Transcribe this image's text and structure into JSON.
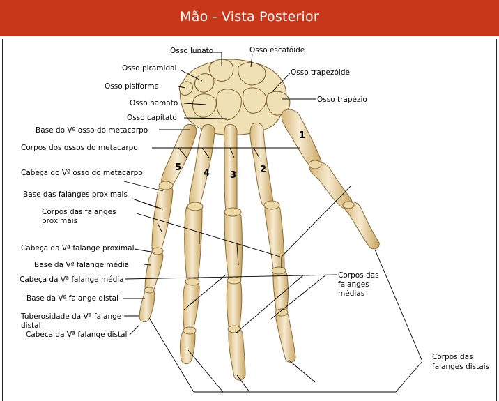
{
  "title": "Mão - Vista Posterior",
  "colors": {
    "title_bg": "#c8371a",
    "title_text": "#ffffff",
    "bone_light": "#f6ead0",
    "bone_dark": "#d9b978"
  },
  "labels": {
    "osso_lunato": "Osso lunato",
    "osso_escafoide": "Osso escafóide",
    "osso_piramidal": "Osso piramidal",
    "osso_trapezoide": "Osso trapezóide",
    "osso_pisiforme": "Osso pisiforme",
    "osso_trapezio": "Osso trapézio",
    "osso_hamato": "Osso hamato",
    "osso_capitato": "Osso capitato",
    "base_v_metacarpo": "Base do Vº osso do metacarpo",
    "corpos_metacarpo": "Corpos dos ossos do metacarpo",
    "cabeca_v_metacarpo": "Cabeça do Vº osso do metacarpo",
    "base_falanges_proximais": "Base das falanges proximais",
    "corpos_falanges_proximais_1": "Corpos das falanges",
    "corpos_falanges_proximais_2": "proximais",
    "cabeca_v_falange_proximal": "Cabeça da Vª falange proximal",
    "base_v_falange_media": "Base da Vª falange média",
    "cabeca_v_falange_media": "Cabeça da Vª falange média",
    "base_v_falange_distal": "Base da Vª falange distal",
    "tuberosidade_1": "Tuberosidade da Vª falange",
    "tuberosidade_2": "distal",
    "cabeca_v_falange_distal": "Cabeça da Vª falange distal",
    "corpos_falanges_medias_1": "Corpos das",
    "corpos_falanges_medias_2": "falanges",
    "corpos_falanges_medias_3": "médias",
    "corpos_falanges_distais_1": "Corpos das",
    "corpos_falanges_distais_2": "falanges distais"
  },
  "finger_numbers": {
    "n1": "1",
    "n2": "2",
    "n3": "3",
    "n4": "4",
    "n5": "5"
  }
}
